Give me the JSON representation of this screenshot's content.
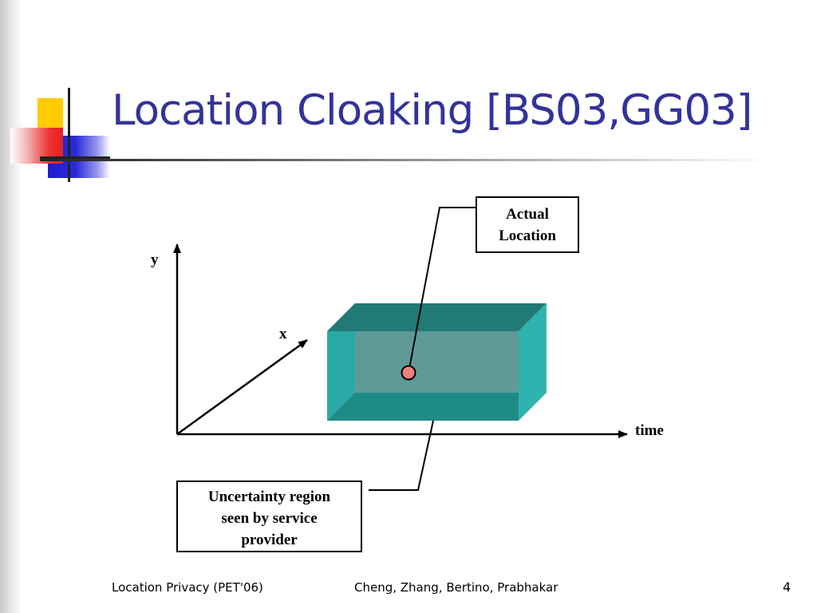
{
  "slide": {
    "title": "Location Cloaking [BS03,GG03]",
    "title_color": "#333399",
    "page_number": "4"
  },
  "diagram": {
    "callout_actual_location": [
      "Actual",
      "Location"
    ],
    "callout_uncertainty_region": [
      "Uncertainty region",
      "seen by service",
      "provider"
    ],
    "axis_labels": {
      "y": "y",
      "x": "x",
      "time": "time"
    },
    "box_colors": {
      "top": "#217a76",
      "front": "#2aaaa6",
      "right": "#2fb3ae",
      "inner": "#5f9a98"
    },
    "location_dot_color": "#f08080"
  },
  "footer": {
    "left": "Location Privacy (PET'06)",
    "center": "Cheng, Zhang, Bertino, Prabhakar"
  }
}
